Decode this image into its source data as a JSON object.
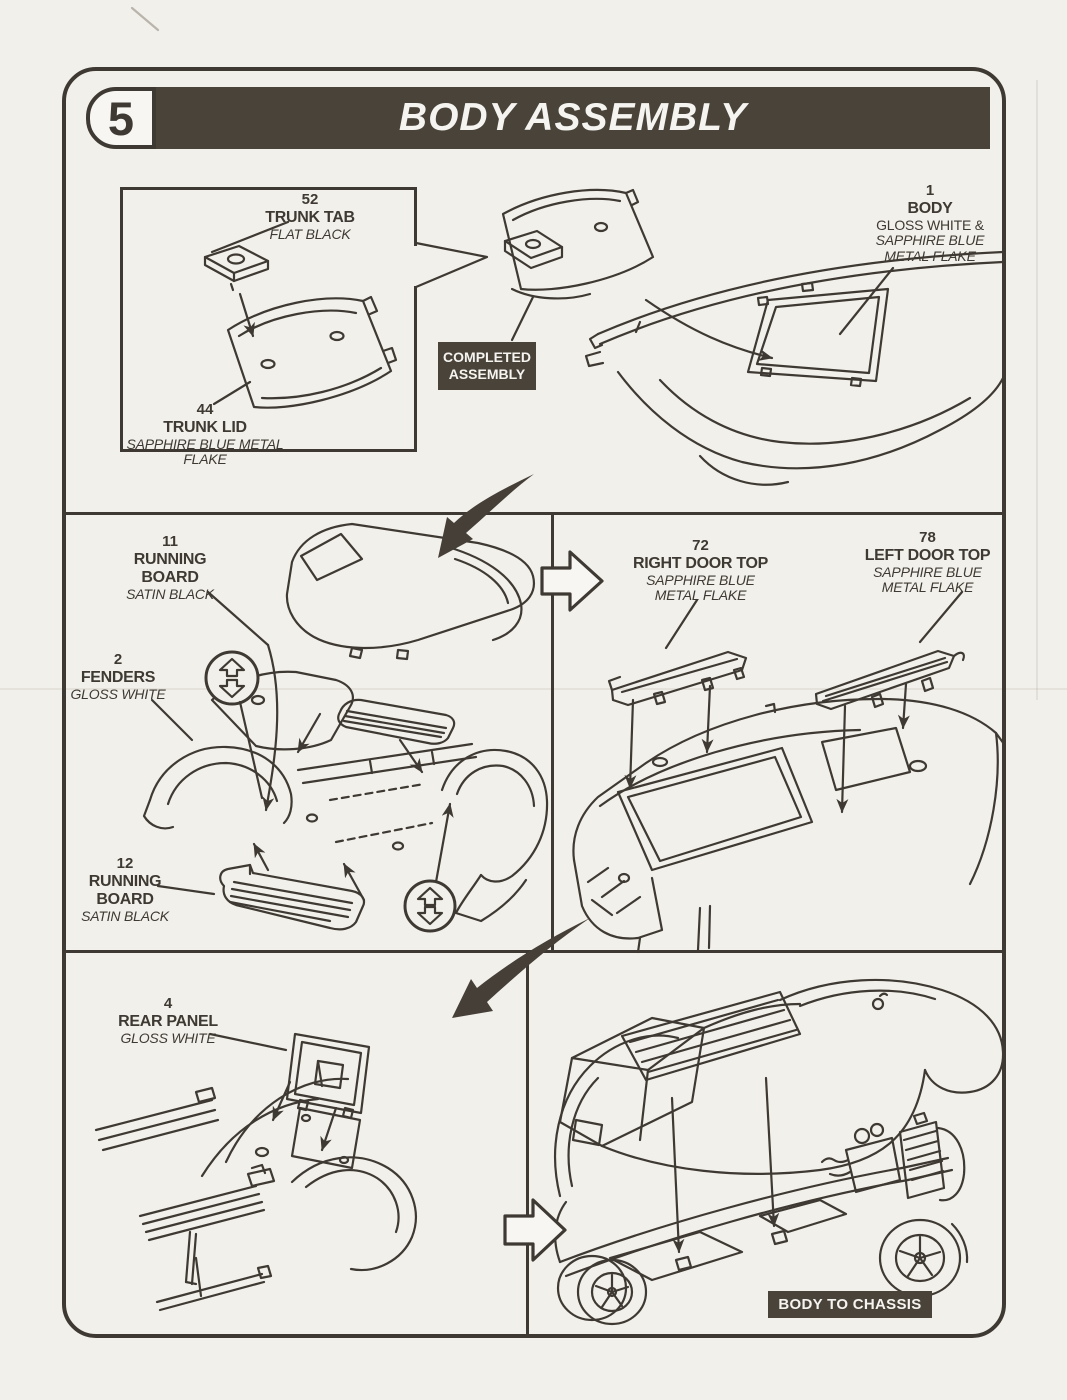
{
  "colors": {
    "ink": "#3e3933",
    "bar": "#4a4339",
    "paper": "#f2f0ea"
  },
  "header": {
    "step": "5",
    "title": "BODY ASSEMBLY"
  },
  "top": {
    "inset": {
      "tab_number": "52",
      "tab_name": "TRUNK TAB",
      "tab_finish": "FLAT BLACK",
      "lid_number": "44",
      "lid_name": "TRUNK LID",
      "lid_finish": "SAPPHIRE BLUE METAL FLAKE"
    },
    "completed": {
      "line1": "COMPLETED",
      "line2": "ASSEMBLY"
    },
    "body": {
      "number": "1",
      "name": "BODY",
      "finish1": "GLOSS WHITE &",
      "finish2": "SAPPHIRE BLUE",
      "finish3": "METAL FLAKE"
    }
  },
  "middle": {
    "rb11": {
      "number": "11",
      "name1": "RUNNING",
      "name2": "BOARD",
      "finish": "SATIN BLACK"
    },
    "fenders": {
      "number": "2",
      "name": "FENDERS",
      "finish": "GLOSS WHITE"
    },
    "rb12": {
      "number": "12",
      "name1": "RUNNING",
      "name2": "BOARD",
      "finish": "SATIN BLACK"
    },
    "door72": {
      "number": "72",
      "name": "RIGHT DOOR TOP",
      "finish1": "SAPPHIRE BLUE",
      "finish2": "METAL FLAKE"
    },
    "door78": {
      "number": "78",
      "name": "LEFT DOOR TOP",
      "finish1": "SAPPHIRE BLUE",
      "finish2": "METAL FLAKE"
    }
  },
  "bottom": {
    "rear_panel": {
      "number": "4",
      "name": "REAR PANEL",
      "finish": "GLOSS WHITE"
    },
    "caption": "BODY TO CHASSIS"
  },
  "icons": {
    "press_fit": "press-together-icon",
    "flow_arrow": "curved-flow-arrow-icon",
    "next_step": "block-arrow-right-icon"
  }
}
